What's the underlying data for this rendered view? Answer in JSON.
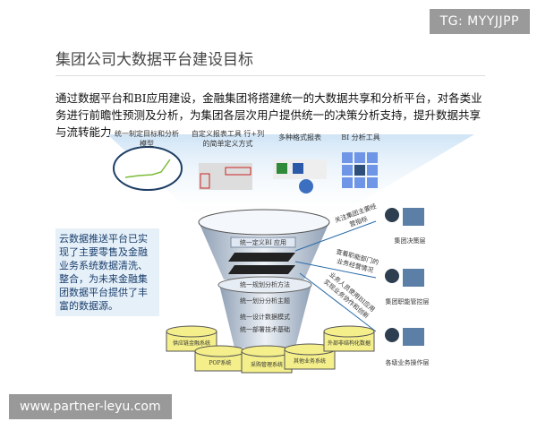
{
  "badge": "TG: MYYJJPP",
  "watermark": "www.partner-leyu.com",
  "title": "集团公司大数据平台建设目标",
  "paragraph": "通过数据平台和BI应用建设，金融集团将搭建统一的大数据共享和分析平台，对各类业务进行前瞻性预测及分析，为集团各层次用户提供统一的决策分析支持，提升数据共享与流转能力",
  "left_box": "云数据推送平台已实现了主要零售及金融业务系统数据清洗、整合，为未来金融集团数据平台提供了丰富的数据源。",
  "tools": [
    "统一制定目标和分析模型",
    "自定义报表工具 行+列的简单定义方式",
    "多种格式报表",
    "BI 分析工具"
  ],
  "funnel_layers": [
    "统一定义BI 应用",
    "统一规划分析方法",
    "统一划分分析主题",
    "统一设计数据模式",
    "统一部署技术基础"
  ],
  "sources": [
    "供应链金融系统",
    "POP系统",
    "采购管理系统",
    "其他业务系统",
    "外部非结构化数据"
  ],
  "arrows": [
    "关注集团主要经营指标",
    "查看职能部门的业务经营情况",
    "业务人员使用BI应用实现业务协作和创新"
  ],
  "users": [
    "集团决策层",
    "集团职能管控层",
    "各级业务操作层"
  ],
  "colors": {
    "funnel": "#b9c6d6",
    "cylinder": "#f4ef8a",
    "accent": "#2b6ca8"
  }
}
